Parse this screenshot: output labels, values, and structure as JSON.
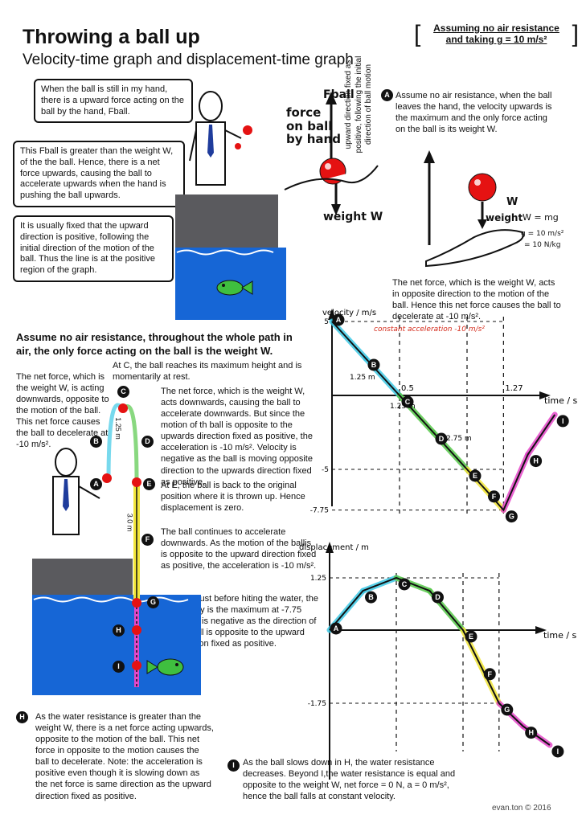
{
  "header": {
    "title": "Throwing a ball up",
    "subtitle": "Velocity-time graph and displacement-time graph",
    "assumption_line1": "Assuming no air resistance",
    "assumption_line2": "and taking g = 10 m/s²"
  },
  "left_top": {
    "bubble1": "When the ball is still in my hand, there is a upward force acting on the ball by the hand, Fball.",
    "bubble2": "This Fball is greater than the weight W, of the the ball. Hence, there is a net force upwards, causing the ball to accelerate upwards when the hand is pushing the ball upwards.",
    "bubble3": "It is usually fixed that the upward direction is positive, following the initial direction of the motion of the ball. Thus the line is at the positive region of the graph."
  },
  "force_diagram": {
    "fball_label": "Fball",
    "force_label_1": "force",
    "force_label_2": "on ball",
    "force_label_3": "by hand",
    "weight_label": "weight W"
  },
  "section_a": {
    "badge": "A",
    "text": "Assume no air resistance, when the ball leaves the hand, the velocity upwards is the maximum and the only force acting on the ball is its weight W.",
    "vertical_note": "upward direction fixed as positive, following the initial direction of ball motion",
    "w_label": "W",
    "weight_label": "weight",
    "eq1": "W = mg",
    "eq2": "g = 10 m/s²",
    "eq3": "= 10 N/kg",
    "net_text": "The net force, which is the weight W, acts in opposite direction to the motion of the ball. Hence this net force causes the ball to decelerate at -10 m/s²."
  },
  "middle": {
    "heading": "Assume no air resistance, throughout the whole path in air, the only force acting on the ball is the weight W.",
    "left_text": "The net force, which is the weight W, is acting downwards, opposite to the motion of the ball. This net force causes the ball to decelerate at -10 m/s².",
    "c_text": "At C, the ball reaches its maximum height and is momentarily at rest.",
    "d_text": "The net force, which is the weight W, acts downwards, causing the ball to accelerate downwards. But since the motion of th ball is opposite to the upwards direction fixed as positive, the acceleration is -10 m/s². Velocity is negative as the ball is moving opposite direction to the upwards direction fixed as positive.",
    "e_text": "At E, the ball is back to the original position where it is thrown up. Hence displacement is zero.",
    "f_text": "The ball continues to accelerate downwards. As the motion of the ballis is opposite to the upward direction fixed as positive, the acceleration is -10 m/s².",
    "g_text": "At G, just before hiting the water, the velocity is the maximum at -7.75 m/s. It is negative as the direction of the ball is opposite to the upward direction fixed as positive.",
    "path_label_1": "1.25 m",
    "path_label_2": "3.0 m"
  },
  "bottom": {
    "h_text": "As the water resistance is greater than the weight W, there is a net force acting upwards, opposite to the motion of the ball. This net force in opposite to the motion causes the ball to decelerate. Note: the acceleration is positive even though it is slowing down as the net force is same direction as the upward direction fixed as positive.",
    "i_text": "As the ball slows down in H, the water resistance decreases. Beyond I,the water resistance is equal and opposite to the weight W, net force = 0 N, a = 0 m/s², hence the ball falls at constant velocity."
  },
  "footer": {
    "credit": "evan.ton © 2016"
  },
  "colors": {
    "cyan": "#3ec9e6",
    "green": "#57c84a",
    "yellow": "#f2e63a",
    "magenta": "#e447c8",
    "water": "#1666d6",
    "ball": "#e51212",
    "red_note": "#d42a1a"
  },
  "chart_data": [
    {
      "type": "line",
      "ylabel": "velocity / m/s",
      "xlabel": "time / s",
      "x_ticks": [
        "0.5",
        "1.27"
      ],
      "y_ticks": [
        "5",
        "-5",
        "-7.75"
      ],
      "annotation": "constant acceleration -10 m/s²",
      "interval_labels": [
        "1.25 m",
        "1.25 m",
        "2.75 m"
      ],
      "points": [
        {
          "label": "A",
          "t": 0,
          "v": 5
        },
        {
          "label": "B",
          "t": 0.25,
          "v": 2.5
        },
        {
          "label": "C",
          "t": 0.5,
          "v": 0
        },
        {
          "label": "D",
          "t": 0.75,
          "v": -2.5
        },
        {
          "label": "E",
          "t": 1.0,
          "v": -5
        },
        {
          "label": "F",
          "t": 1.14,
          "v": -6.4
        },
        {
          "label": "G",
          "t": 1.27,
          "v": -7.75
        },
        {
          "label": "H",
          "t": 1.45,
          "v": -4.0
        },
        {
          "label": "I",
          "t": 1.65,
          "v": -1.3
        }
      ],
      "segment_colors": [
        "#3ec9e6",
        "#57c84a",
        "#f2e63a",
        "#e447c8"
      ]
    },
    {
      "type": "line",
      "ylabel": "displacement / m",
      "xlabel": "time / s",
      "y_ticks": [
        "1.25",
        "-1.75"
      ],
      "points": [
        {
          "label": "A",
          "t": 0,
          "s": 0
        },
        {
          "label": "B",
          "t": 0.25,
          "s": 0.94
        },
        {
          "label": "C",
          "t": 0.5,
          "s": 1.25
        },
        {
          "label": "D",
          "t": 0.75,
          "s": 0.94
        },
        {
          "label": "E",
          "t": 1.0,
          "s": 0
        },
        {
          "label": "F",
          "t": 1.14,
          "s": -0.9
        },
        {
          "label": "G",
          "t": 1.27,
          "s": -1.75
        },
        {
          "label": "H",
          "t": 1.45,
          "s": -2.3
        },
        {
          "label": "I",
          "t": 1.65,
          "s": -2.75
        }
      ],
      "segment_colors": [
        "#3ec9e6",
        "#57c84a",
        "#f2e63a",
        "#e447c8"
      ]
    }
  ]
}
